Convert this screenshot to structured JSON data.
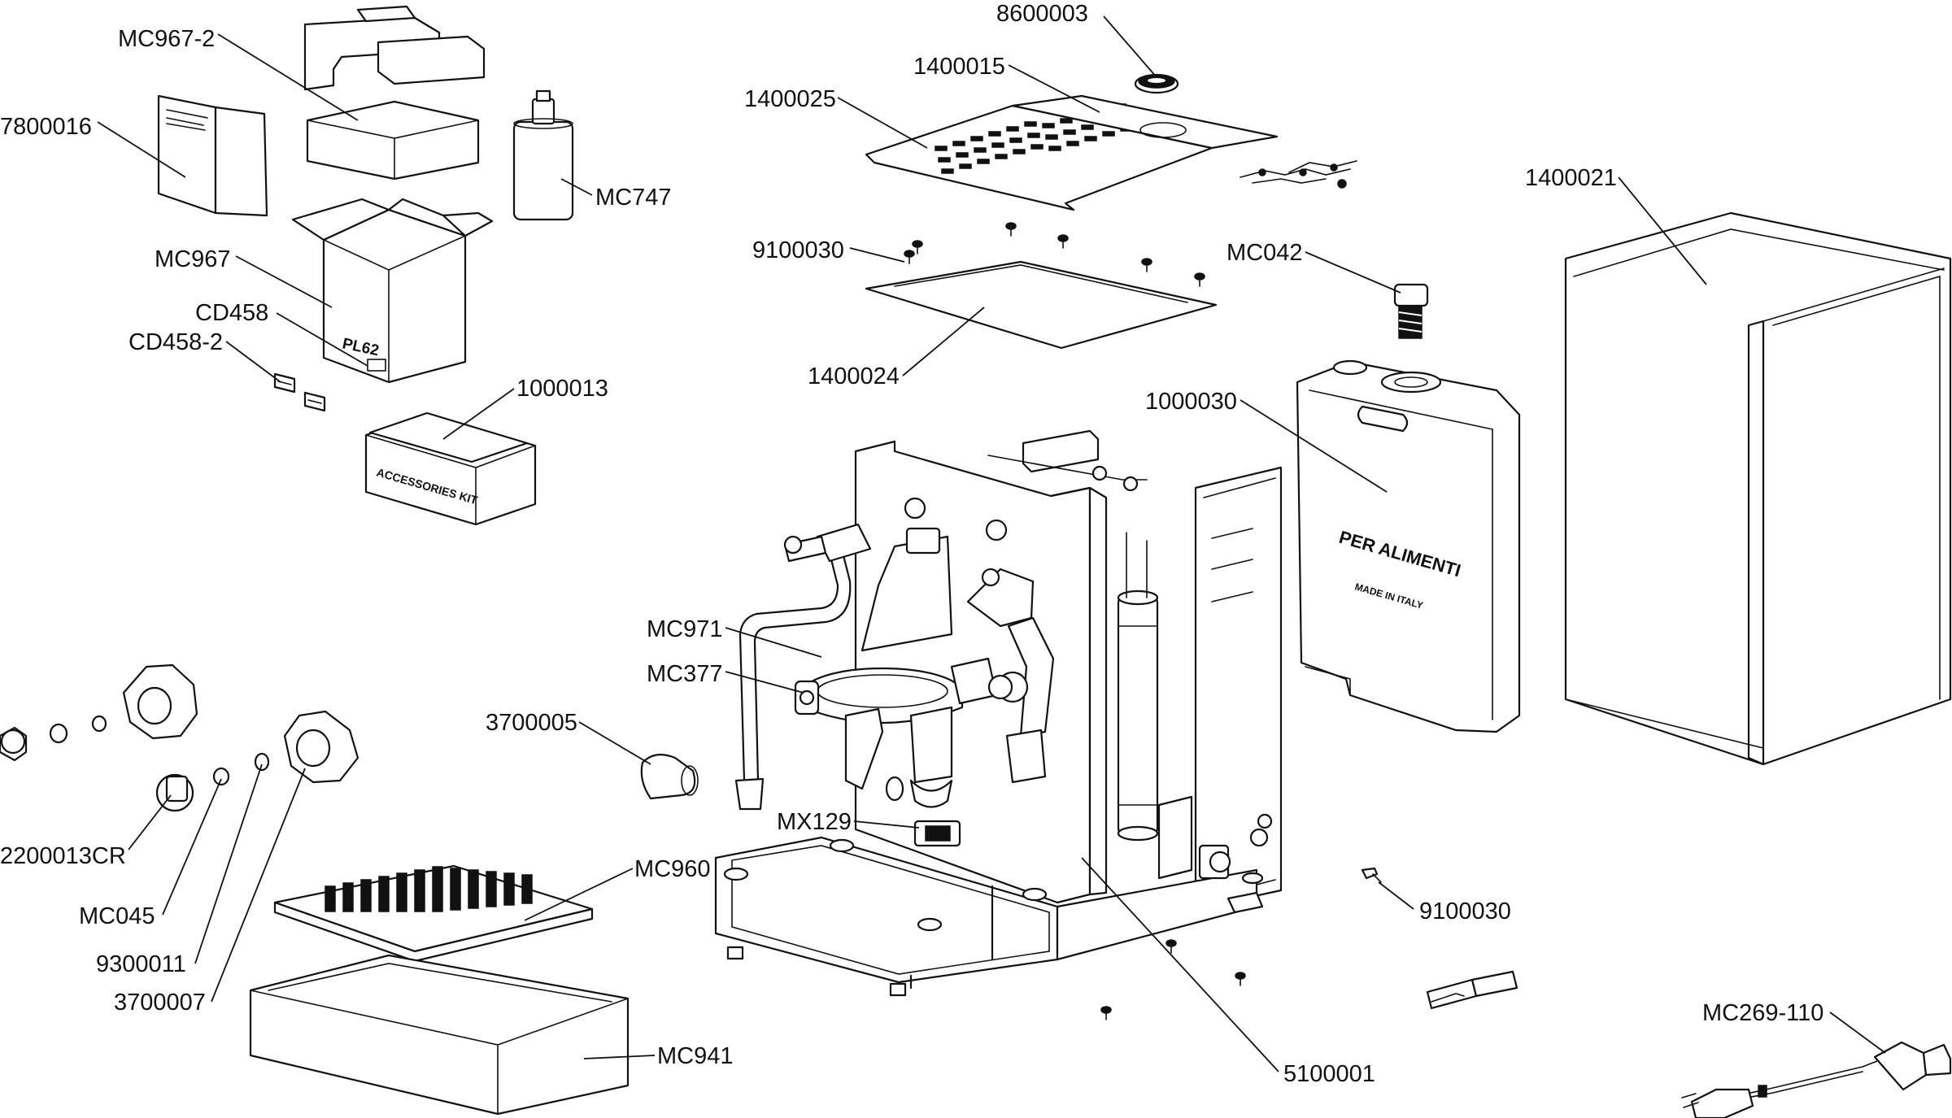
{
  "parts": {
    "mc967_2": "MC967-2",
    "p7800016": "7800016",
    "mc747": "MC747",
    "mc967": "MC967",
    "cd458": "CD458",
    "cd458_2": "CD458-2",
    "p1000013": "1000013",
    "p8600003": "8600003",
    "p1400015": "1400015",
    "p1400025": "1400025",
    "p9100030_top": "9100030",
    "mc042": "MC042",
    "p1400021": "1400021",
    "p1400024": "1400024",
    "p1000030": "1000030",
    "mc971": "MC971",
    "mc377": "MC377",
    "p3700005": "3700005",
    "mx129": "MX129",
    "mc960": "MC960",
    "p2200013cr": "2200013CR",
    "mc045": "MC045",
    "p9300011": "9300011",
    "p3700007": "3700007",
    "mc941": "MC941",
    "p9100030_bottom": "9100030",
    "p5100001": "5100001",
    "mc269_110": "MC269-110"
  },
  "printed": {
    "box_marking": "PL62",
    "kit_lid": "ACCESSORIES KIT",
    "tank_food": "PER ALIMENTI",
    "tank_origin": "MADE IN ITALY"
  }
}
